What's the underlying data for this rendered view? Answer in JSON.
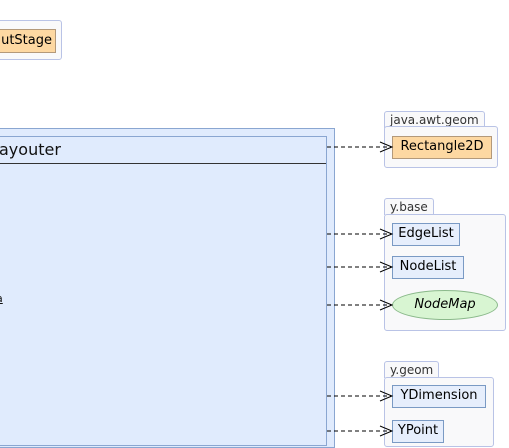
{
  "top_left_stage": {
    "label": "utStage"
  },
  "main_class": {
    "title": "ayouter",
    "member_fragment": "a"
  },
  "packages": [
    {
      "name": "java.awt.geom",
      "items": [
        {
          "label": "Rectangle2D",
          "kind": "class-external"
        }
      ]
    },
    {
      "name": "y.base",
      "items": [
        {
          "label": "EdgeList",
          "kind": "class"
        },
        {
          "label": "NodeList",
          "kind": "class"
        },
        {
          "label": "NodeMap",
          "kind": "interface"
        }
      ]
    },
    {
      "name": "y.geom",
      "items": [
        {
          "label": "YDimension",
          "kind": "class"
        },
        {
          "label": "YPoint",
          "kind": "class"
        }
      ]
    }
  ],
  "colors": {
    "class_fill": "#e6eefc",
    "external_fill": "#fdd8a2",
    "interface_fill": "#d8f5d2",
    "package_border": "#b9c3e6"
  }
}
